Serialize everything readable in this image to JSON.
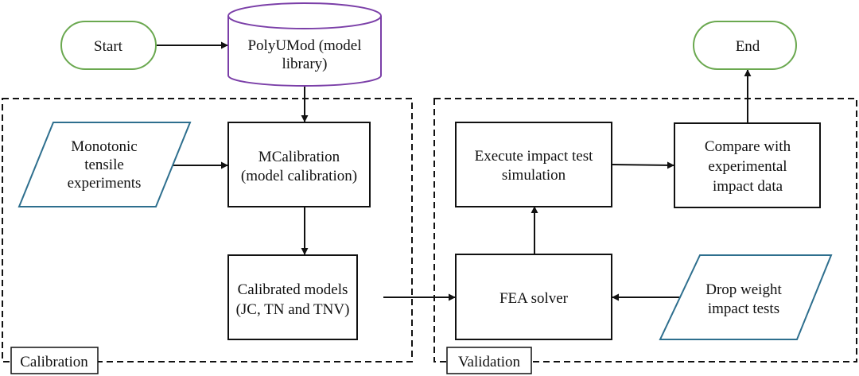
{
  "colors": {
    "terminal_stroke": "#6aa84f",
    "database_stroke": "#7b3fa8",
    "io_stroke": "#2e6f8e",
    "process_stroke": "#111111",
    "edge": "#111111"
  },
  "nodes": {
    "start": {
      "lines": [
        "Start"
      ]
    },
    "library": {
      "lines": [
        "PolyUMod (model",
        "library)"
      ]
    },
    "end": {
      "lines": [
        "End"
      ]
    },
    "tensile": {
      "lines": [
        "Monotonic",
        "tensile",
        "experiments"
      ]
    },
    "mcalibration": {
      "lines": [
        "MCalibration",
        "(model calibration)"
      ]
    },
    "calibrated": {
      "lines": [
        "Calibrated models",
        "(JC, TN and TNV)"
      ]
    },
    "execute": {
      "lines": [
        "Execute impact test",
        "simulation"
      ]
    },
    "compare": {
      "lines": [
        "Compare with",
        "experimental",
        "impact data"
      ]
    },
    "fea": {
      "lines": [
        "FEA solver"
      ]
    },
    "drop": {
      "lines": [
        "Drop weight",
        "impact tests"
      ]
    }
  },
  "groups": {
    "calibration": {
      "label": "Calibration"
    },
    "validation": {
      "label": "Validation"
    }
  }
}
